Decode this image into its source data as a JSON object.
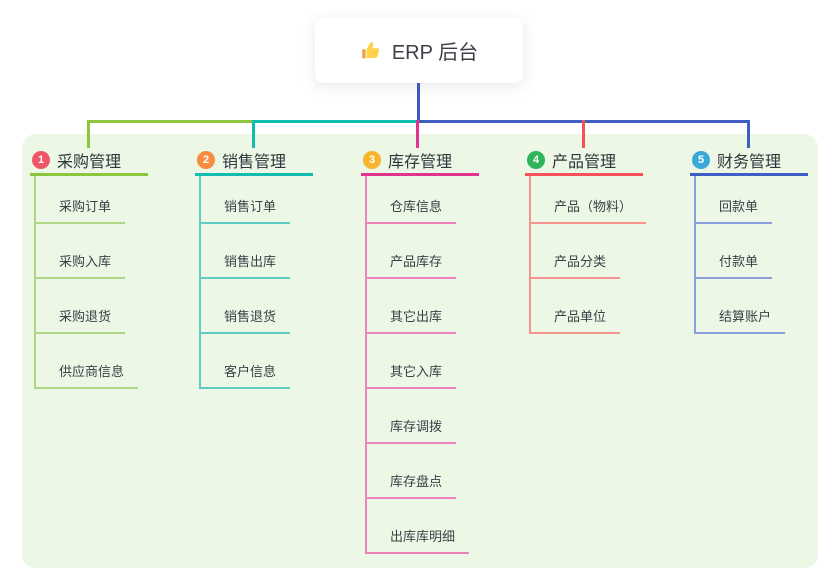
{
  "root": {
    "label": "ERP 后台",
    "icon": "thumbs-up-icon"
  },
  "colors": {
    "panel_bg": "#ecf7e6",
    "root_connector": "#3f58c4",
    "text": "#3b4046"
  },
  "branches": [
    {
      "badge": "1",
      "title": "采购管理",
      "badge_color": "#ef5665",
      "line_color": "#8cc63f",
      "sub_line_color": "#aed687",
      "items": [
        "采购订单",
        "采购入库",
        "采购退货",
        "供应商信息"
      ]
    },
    {
      "badge": "2",
      "title": "销售管理",
      "badge_color": "#f78c3e",
      "line_color": "#12bdb0",
      "sub_line_color": "#5fccc4",
      "items": [
        "销售订单",
        "销售出库",
        "销售退货",
        "客户信息"
      ]
    },
    {
      "badge": "3",
      "title": "库存管理",
      "badge_color": "#f7b52c",
      "line_color": "#e0348f",
      "sub_line_color": "#ef82bb",
      "items": [
        "仓库信息",
        "产品库存",
        "其它出库",
        "其它入库",
        "库存调拨",
        "库存盘点",
        "出库库明细"
      ]
    },
    {
      "badge": "4",
      "title": "产品管理",
      "badge_color": "#2fb45a",
      "line_color": "#f4515a",
      "sub_line_color": "#f8948f",
      "items": [
        "产品（物料）",
        "产品分类",
        "产品单位"
      ]
    },
    {
      "badge": "5",
      "title": "财务管理",
      "badge_color": "#39a9dc",
      "line_color": "#3f5ec4",
      "sub_line_color": "#8aa0dc",
      "items": [
        "回款单",
        "付款单",
        "结算账户"
      ]
    }
  ]
}
